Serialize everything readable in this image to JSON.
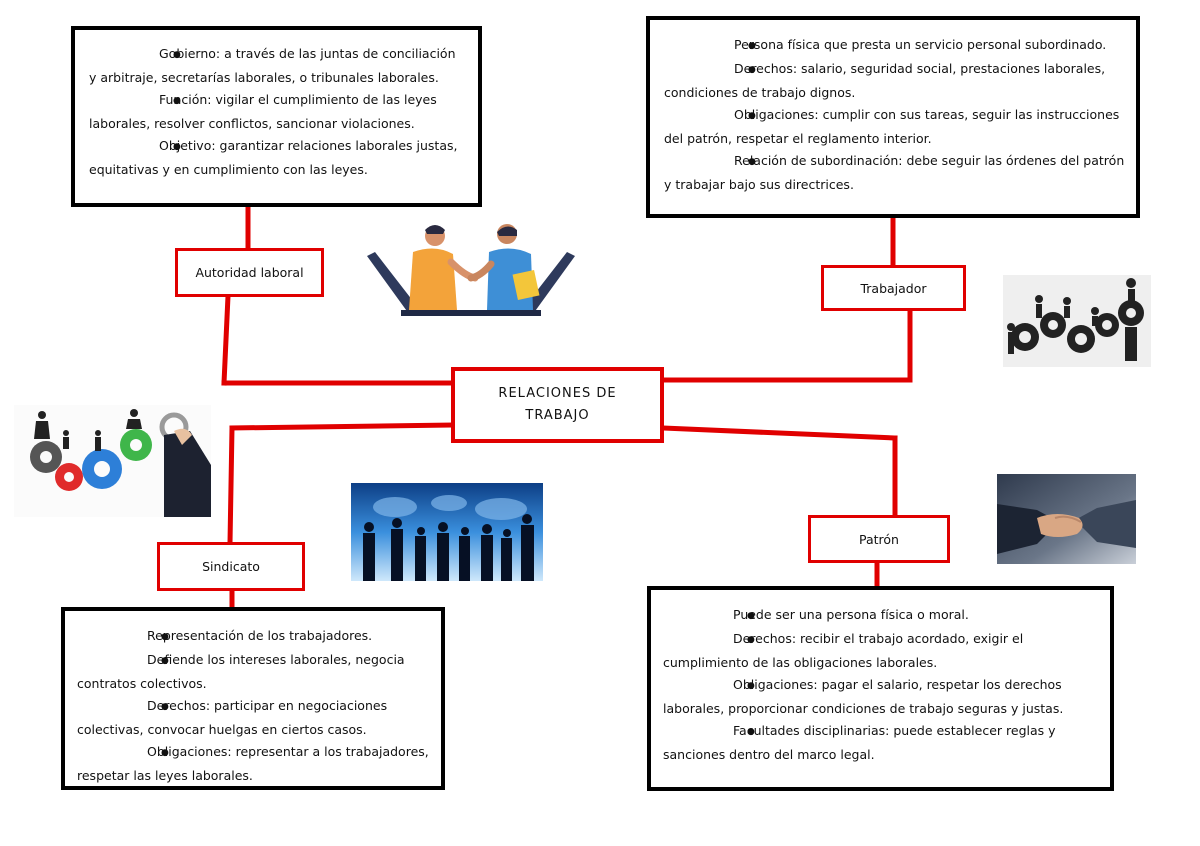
{
  "center": {
    "title_line1": "RELACIONES DE",
    "title_line2": "TRABAJO"
  },
  "nodes": {
    "autoridad": {
      "label": "Autoridad laboral",
      "items": [
        "Gobierno: a través de las juntas de conciliación y arbitraje, secretarías laborales, o tribunales laborales.",
        "Función: vigilar el cumplimiento de las leyes laborales, resolver conflictos, sancionar violaciones.",
        "Objetivo: garantizar relaciones laborales justas, equitativas y en cumplimiento con las leyes."
      ]
    },
    "trabajador": {
      "label": "Trabajador",
      "items": [
        "Persona física que presta un servicio personal subordinado.",
        "Derechos: salario, seguridad social, prestaciones laborales, condiciones de trabajo dignos.",
        "Obligaciones: cumplir con sus tareas, seguir las instrucciones del patrón, respetar el reglamento interior.",
        "Relación de subordinación: debe seguir las órdenes del patrón y trabajar bajo sus directrices."
      ]
    },
    "sindicato": {
      "label": "Sindicato",
      "items": [
        "Representación de los trabajadores.",
        "Defiende los intereses laborales, negocia contratos colectivos.",
        "Derechos: participar en negociaciones colectivas, convocar huelgas en ciertos casos.",
        "Obligaciones: representar a los trabajadores, respetar las leyes laborales."
      ]
    },
    "patron": {
      "label": "Patrón",
      "items": [
        "Puede ser una persona física o moral.",
        "Derechos: recibir el trabajo acordado, exigir el cumplimiento de las obligaciones laborales.",
        "Obligaciones: pagar el salario, respetar los derechos laborales, proporcionar condiciones de trabajo seguras y justas.",
        "Facultades disciplinarias: puede establecer reglas y sanciones dentro del marco legal."
      ]
    }
  },
  "colors": {
    "connector": "#e00000",
    "box_border": "#000000",
    "label_border": "#e00000"
  },
  "images": [
    "handshake-illustration",
    "gears-people-icon",
    "gears-hand-illustration",
    "silhouettes-world-map",
    "handshake-photo"
  ]
}
